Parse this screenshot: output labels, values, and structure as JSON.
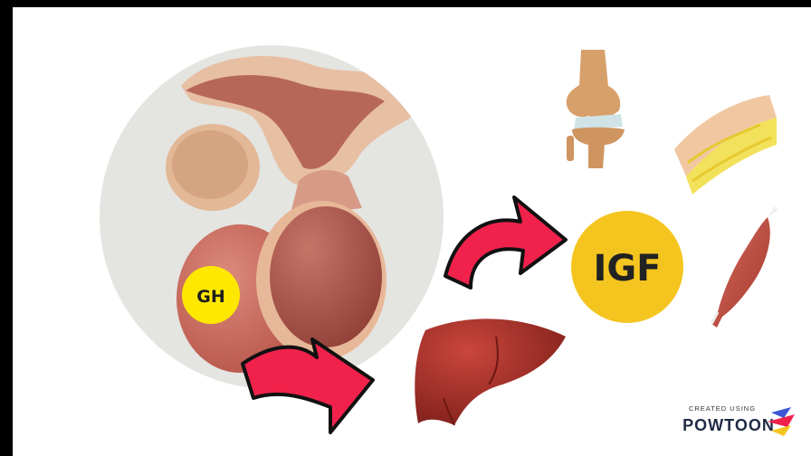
{
  "labels": {
    "gh": "GH",
    "igf": "IGF"
  },
  "watermark": {
    "small": "CREATED USING",
    "brand": "POWTOON"
  },
  "colors": {
    "arrow": "#f0224b",
    "hormone_badge": "#f5c51f",
    "gh_badge": "#ffe800",
    "gland": "#c7675c",
    "liver": "#a8322a"
  },
  "icons": [
    "pituitary-gland-illustration",
    "liver-icon",
    "knee-bone-icon",
    "fat-tissue-icon",
    "muscle-icon",
    "curved-arrow-icon",
    "powtoon-logo-icon"
  ]
}
